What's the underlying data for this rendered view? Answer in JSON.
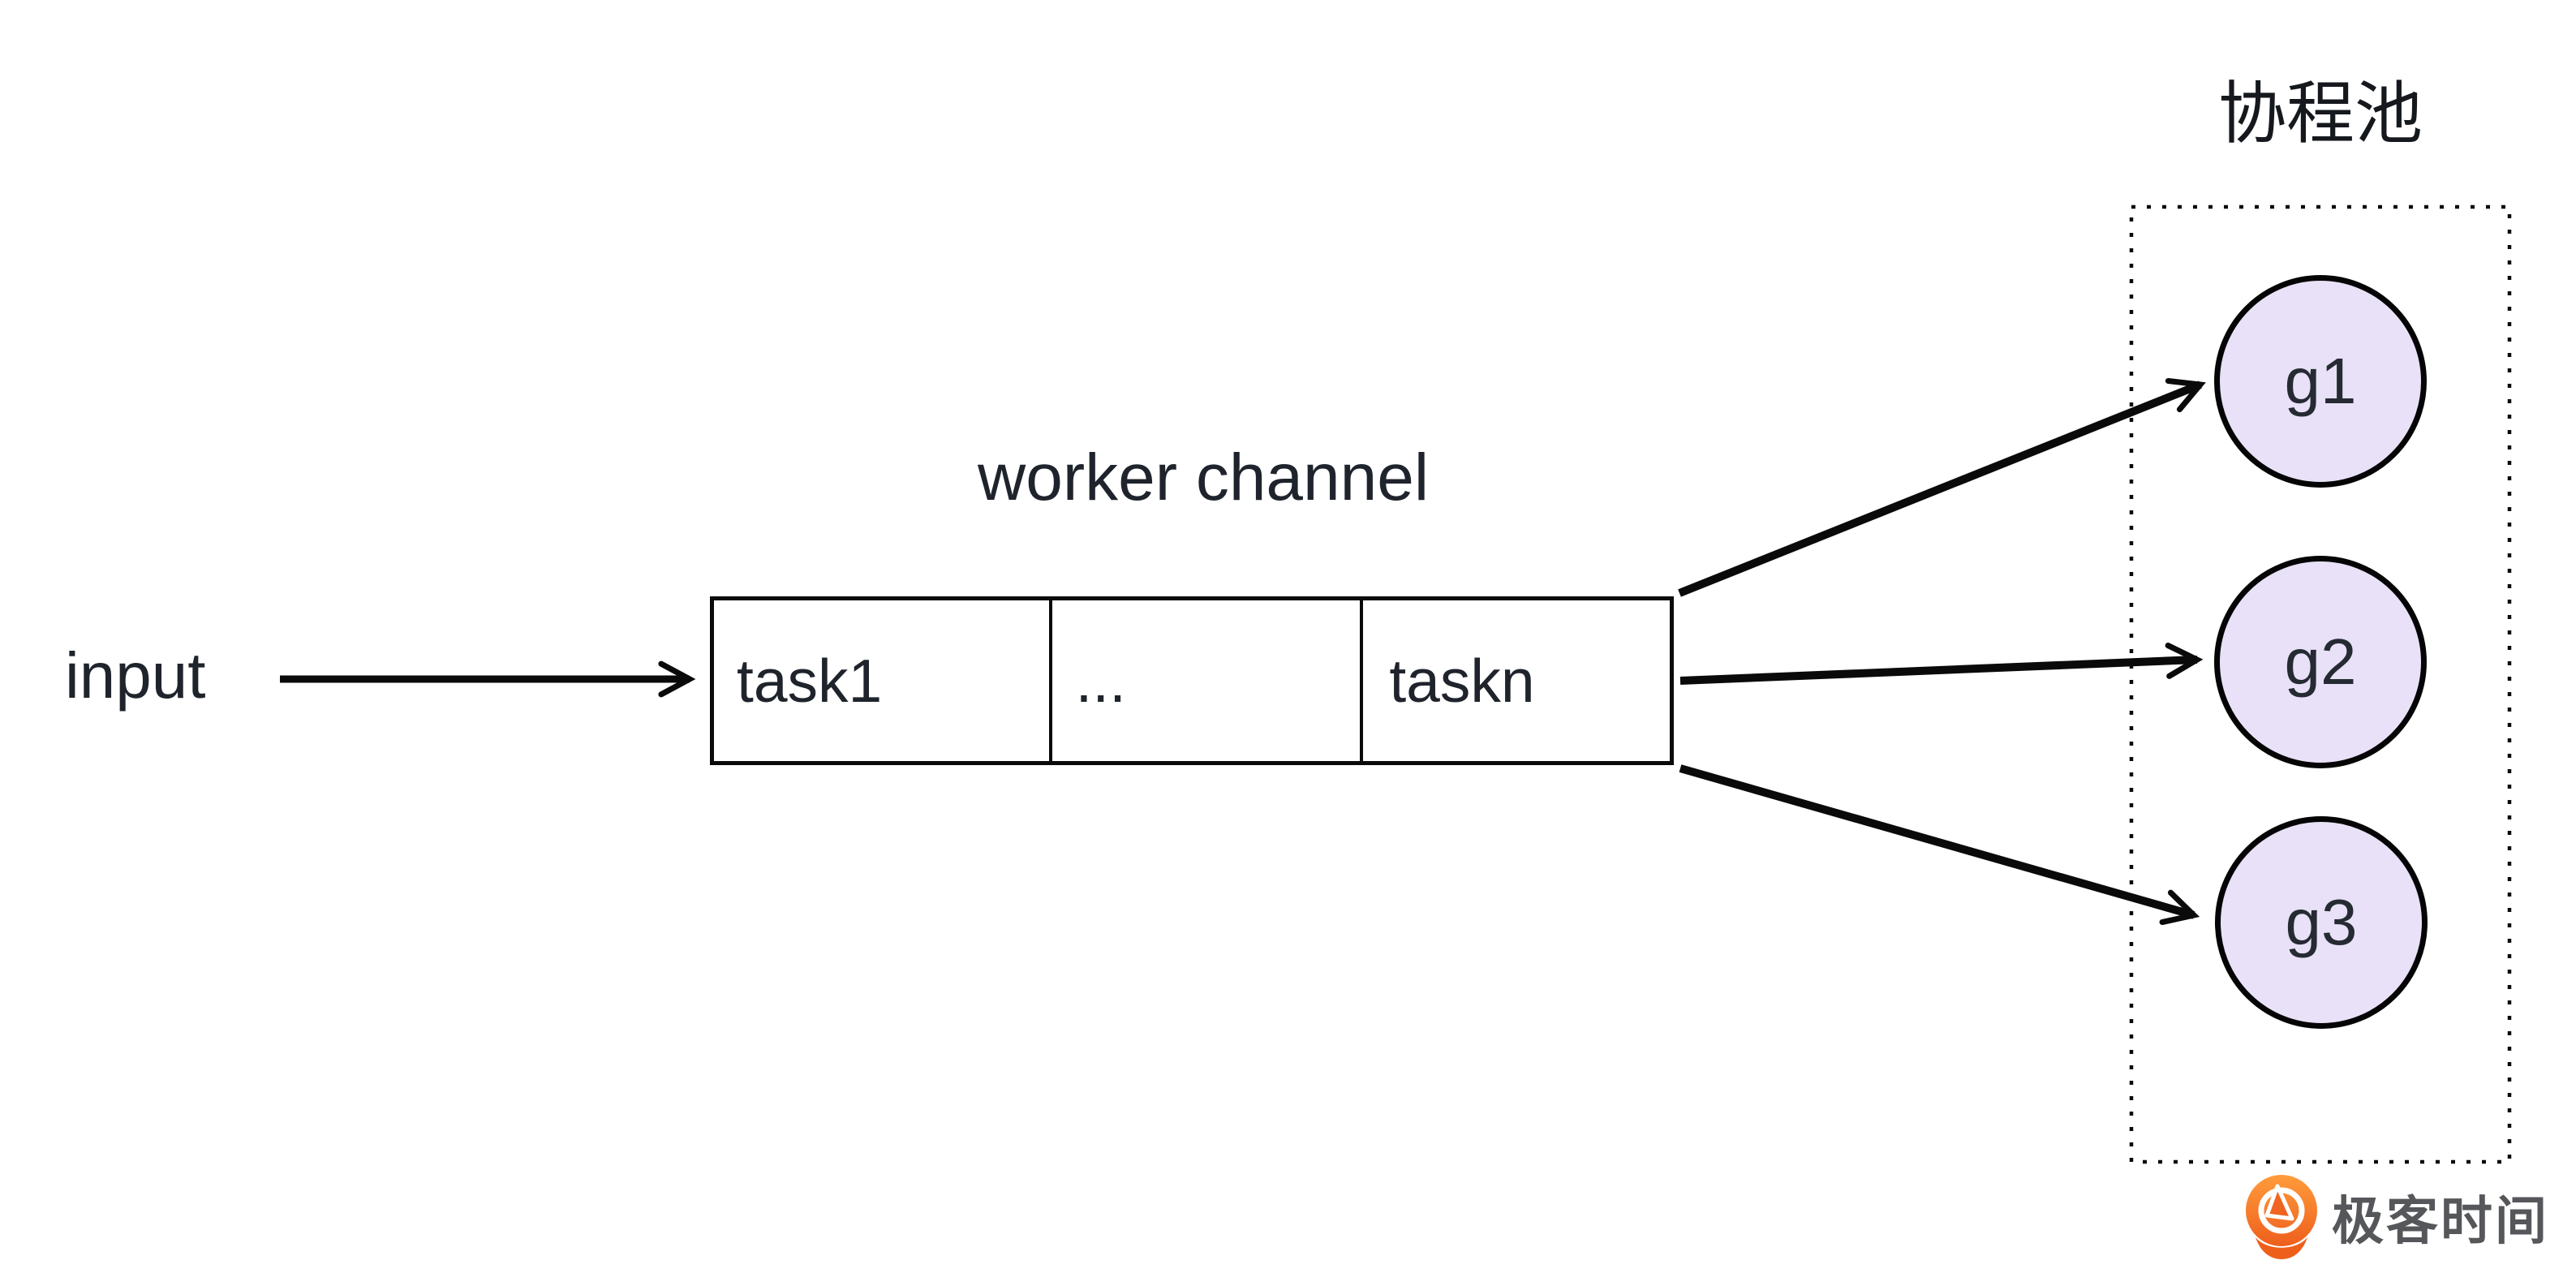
{
  "diagram": {
    "input_label": "input",
    "channel": {
      "title": "worker channel",
      "cells": [
        "task1",
        "...",
        "taskn"
      ]
    },
    "pool": {
      "title": "协程池",
      "workers": [
        "g1",
        "g2",
        "g3"
      ]
    },
    "arrows": [
      "input-to-channel",
      "channel-to-g1",
      "channel-to-g2",
      "channel-to-g3"
    ],
    "colors": {
      "ink": "#0a0a0a",
      "label_text": "#1f242c",
      "worker_fill": "#e8e1f7",
      "pool_border": "#0a0a0a"
    }
  },
  "branding": {
    "logo_text": "极客时间",
    "logo_icon": "geektime-pin-icon",
    "logo_orange": "#ee5f1c",
    "logo_orange_light": "#ff9c3c",
    "logo_text_color": "#55575a"
  }
}
